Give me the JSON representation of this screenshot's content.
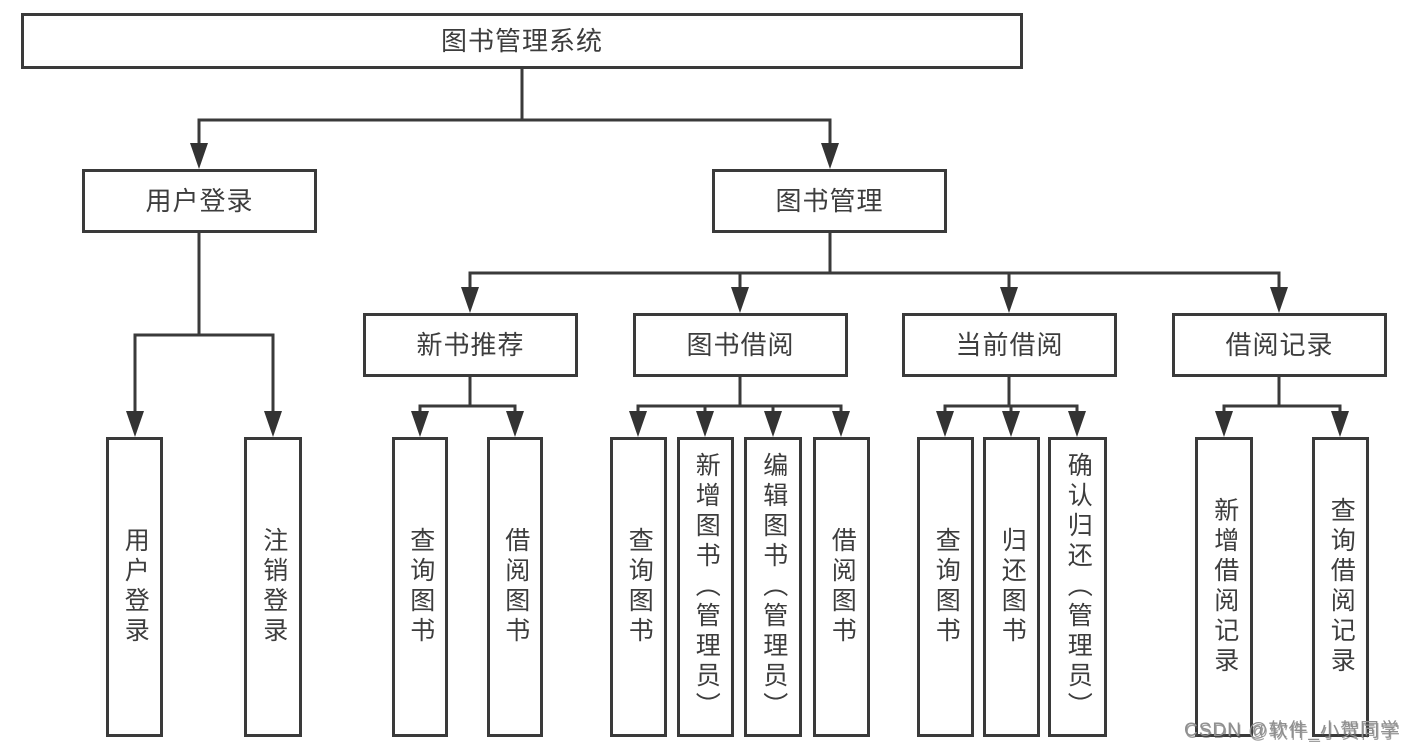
{
  "root": {
    "label": "图书管理系统"
  },
  "level2": {
    "user_login": {
      "label": "用户登录"
    },
    "book_mgmt": {
      "label": "图书管理"
    }
  },
  "level3": {
    "new_books": {
      "label": "新书推荐"
    },
    "book_borrow": {
      "label": "图书借阅"
    },
    "current_borrow": {
      "label": "当前借阅"
    },
    "borrow_records": {
      "label": "借阅记录"
    }
  },
  "leaves": {
    "user_login": [
      "用户登录",
      "注销登录"
    ],
    "new_books": [
      "查询图书",
      "借阅图书"
    ],
    "book_borrow": [
      "查询图书",
      "新增图书（管理员）",
      "编辑图书（管理员）",
      "借阅图书"
    ],
    "current_borrow": [
      "查询图书",
      "归还图书",
      "确认归还（管理员）"
    ],
    "borrow_records": [
      "新增借阅记录",
      "查询借阅记录"
    ]
  },
  "watermark": {
    "text": "CSDN @软件_小贺同学"
  },
  "colors": {
    "line": "#3a3a3a",
    "text": "#3d3d3d",
    "watermark_text": "#8f8f8f",
    "background": "#ffffff"
  }
}
